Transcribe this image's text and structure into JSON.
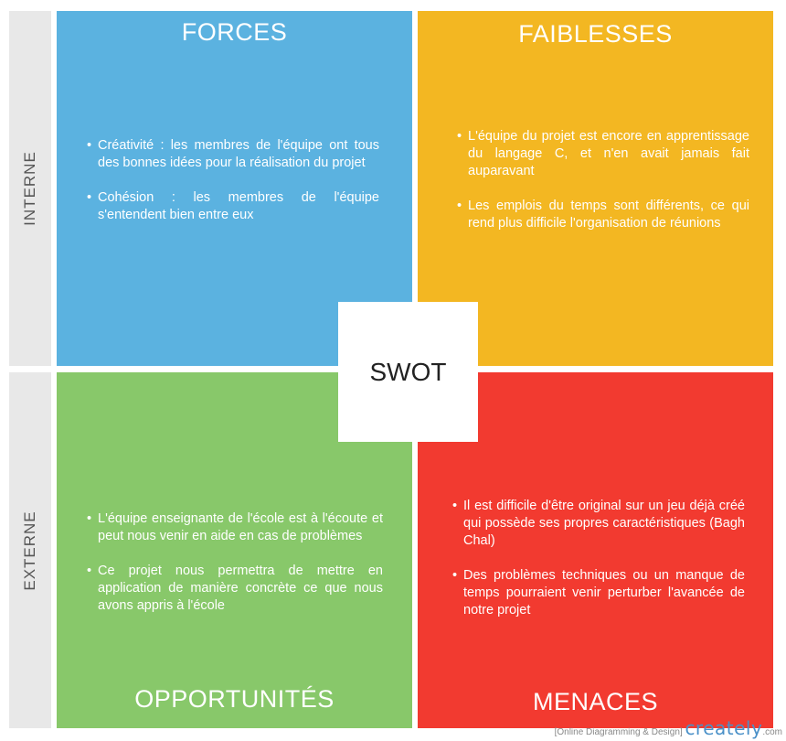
{
  "side_labels": {
    "internal": "INTERNE",
    "external": "EXTERNE"
  },
  "quadrants": {
    "strengths": {
      "title": "FORCES",
      "color": "#5bb2e0",
      "items": [
        "Créativité : les membres de l'équipe ont tous des bonnes idées pour la réalisation du projet",
        "Cohésion : les membres de l'équipe s'entendent bien entre eux"
      ]
    },
    "weaknesses": {
      "title": "FAIBLESSES",
      "color": "#f3b722",
      "items": [
        "L'équipe du projet est encore en apprentissage du langage C, et n'en avait jamais fait auparavant",
        "Les emplois du temps sont différents, ce qui rend plus difficile l'organisation de réunions"
      ]
    },
    "opportunities": {
      "title": "OPPORTUNITÉS",
      "color": "#88c86a",
      "items": [
        "L'équipe enseignante de l'école est à l'écoute et peut nous venir en aide en cas de problèmes",
        "Ce projet nous permettra de mettre en application de manière concrète ce que nous avons appris à l'école"
      ]
    },
    "threats": {
      "title": "MENACES",
      "color": "#f23a30",
      "items": [
        "Il est difficile d'être original sur un jeu déjà créé qui possède ses propres caractéristiques (Bagh Chal)",
        "Des problèmes techniques ou un manque de temps pourraient venir perturber l'avancée de notre projet"
      ]
    }
  },
  "center_label": "SWOT",
  "watermark": {
    "tagline": "[Online Diagramming & Design]",
    "brand": "creately",
    "domain": ".com"
  }
}
